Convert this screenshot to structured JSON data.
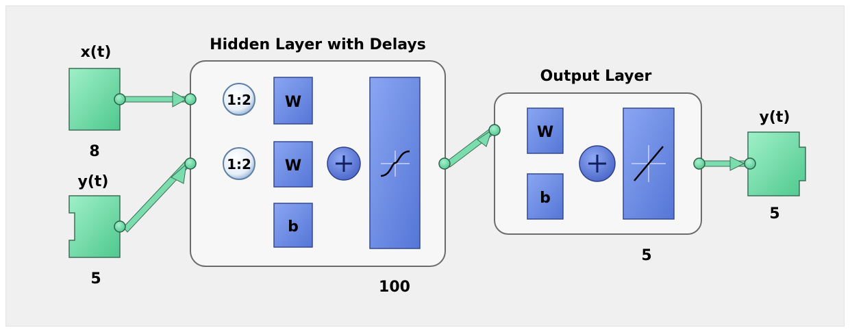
{
  "inputs": [
    {
      "name": "x(t)",
      "size": "8"
    },
    {
      "name": "y(t)",
      "size": "5"
    }
  ],
  "hidden_layer": {
    "title": "Hidden Layer with Delays",
    "delay_label": "1:2",
    "weight_label": "W",
    "bias_label": "b",
    "size": "100"
  },
  "output_layer": {
    "title": "Output Layer",
    "weight_label": "W",
    "bias_label": "b",
    "size": "5"
  },
  "output": {
    "name": "y(t)",
    "size": "5"
  },
  "colors": {
    "green_block": "#6edba6",
    "blue_block": "#6f8ee6",
    "connector": "#7bdcae",
    "layer_border": "#707070"
  }
}
